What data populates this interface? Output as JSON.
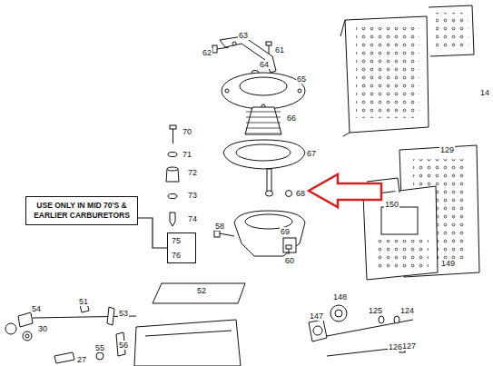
{
  "diagram": {
    "nodes": [
      {
        "text": [
          "USE ONLY IN MID 70'S & EARLIER CARBURETORS"
        ]
      },
      {
        "text": [
          "75",
          "76"
        ]
      }
    ],
    "edges": [
      {
        "from": 0,
        "to": 1,
        "arrow": "none"
      }
    ],
    "labels": [
      "61",
      "63",
      "62",
      "64",
      "65",
      "14",
      "66",
      "70",
      "71",
      "129",
      "72",
      "67",
      "73",
      "68",
      "150",
      "74",
      "58",
      "69",
      "60",
      "149",
      "52",
      "148",
      "54",
      "51",
      "125",
      "124",
      "53",
      "147",
      "30",
      "56",
      "55",
      "127",
      "126",
      "27"
    ]
  }
}
